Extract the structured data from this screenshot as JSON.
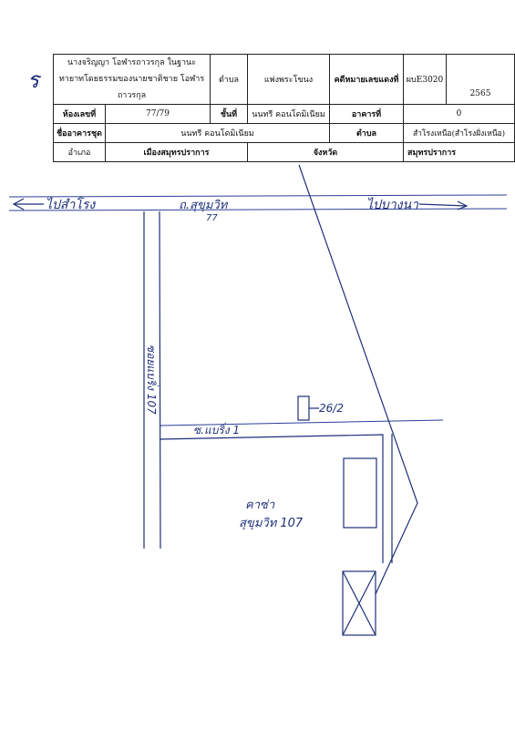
{
  "deed": {
    "owner_name": "นางจริญญา โอฬารถาวรกุล ในฐานะทายาทโดยธรรมของนายชาติชาย โอฬารถาวรกุล",
    "tambon_label": "ตำบล",
    "tambon_value": "แพ่งพระโขนง",
    "deed_no_label": "คดีหมายเลขแดงที่",
    "deed_no_value": "ผบE3020",
    "year": "2565",
    "room_label": "ห้องเลขที่",
    "room_value": "77/79",
    "floor_label": "ชั้นที่",
    "floor_value": "นนทรี คอนโดมิเนียม",
    "building_label": "อาคารที่",
    "building_value": "0",
    "condo_label": "ชื่ออาคารชุด",
    "condo_value": "นนทรี คอนโดมิเนียม",
    "subdistrict_label": "ตำบล",
    "subdistrict_value": "สำโรงเหนือ(สำโรงฝั่งเหนือ)",
    "district_label": "อำเภอ",
    "district_value": "เมืองสมุทรปราการ",
    "province_label": "จังหวัด",
    "province_value": "สมุทรปราการ"
  },
  "sketch": {
    "margin_mark": "ร",
    "left_arrow_label": "ไปสำโรง",
    "right_arrow_label": "ไปบางนา",
    "main_road_label": "ถ.สุขุมวิท",
    "main_road_sub": "77",
    "soi_vertical_label": "ซอยแบริ่ง 107",
    "soi_branch_label": "ซ.แบริ่ง 1",
    "marker_label": "26/2",
    "tower_label_1": "คาซ่า",
    "tower_label_2": "สุขุมวิท 107"
  },
  "colors": {
    "ink": "#1f2f7a",
    "table_border": "#222222"
  }
}
